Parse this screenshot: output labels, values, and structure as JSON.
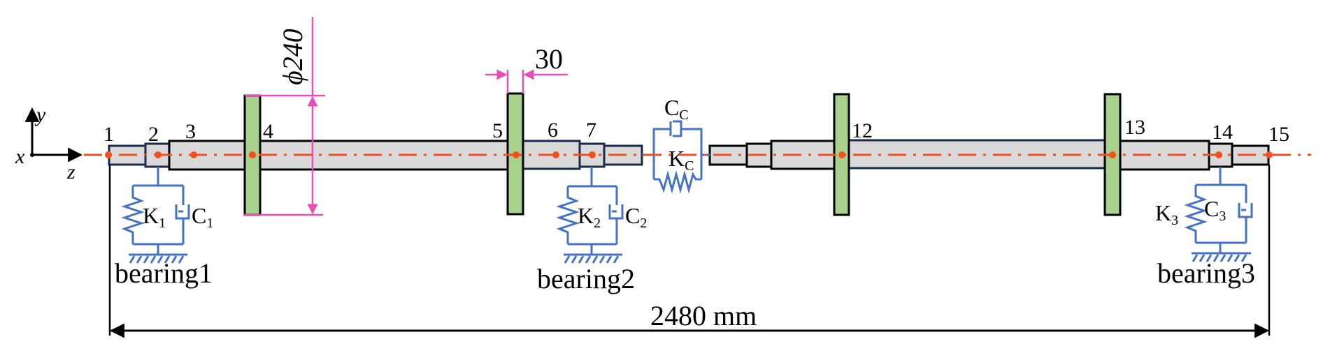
{
  "figure": {
    "title": "Rotor-bearing-coupling system model",
    "axes": {
      "x_label": "x",
      "y_label": "y",
      "z_label": "z"
    },
    "nodes": [
      {
        "id": "node-1",
        "label": "1"
      },
      {
        "id": "node-2",
        "label": "2"
      },
      {
        "id": "node-3",
        "label": "3"
      },
      {
        "id": "node-4",
        "label": "4"
      },
      {
        "id": "node-5",
        "label": "5"
      },
      {
        "id": "node-6",
        "label": "6"
      },
      {
        "id": "node-7",
        "label": "7"
      },
      {
        "id": "node-12",
        "label": "12"
      },
      {
        "id": "node-13",
        "label": "13"
      },
      {
        "id": "node-14",
        "label": "14"
      },
      {
        "id": "node-15",
        "label": "15"
      }
    ],
    "bearings": [
      {
        "name": "bearing1",
        "k_main": "K",
        "k_sub": "1",
        "c_main": "C",
        "c_sub": "1"
      },
      {
        "name": "bearing2",
        "k_main": "K",
        "k_sub": "2",
        "c_main": "C",
        "c_sub": "2"
      },
      {
        "name": "bearing3",
        "k_main": "K",
        "k_sub": "3",
        "c_main": "C",
        "c_sub": "3"
      }
    ],
    "coupling": {
      "k_main": "K",
      "k_sub": "C",
      "c_main": "C",
      "c_sub": "C"
    },
    "dimensions": {
      "disk_diameter": "ϕ240",
      "disk_thickness": "30",
      "total_length": "2480 mm"
    },
    "colors": {
      "shaft_fill": "#d9d9d9",
      "disk_fill": "#a9d18e",
      "centerline": "#f4501e",
      "bearing": "#4472c4",
      "dimension": "#e64fb5"
    }
  }
}
